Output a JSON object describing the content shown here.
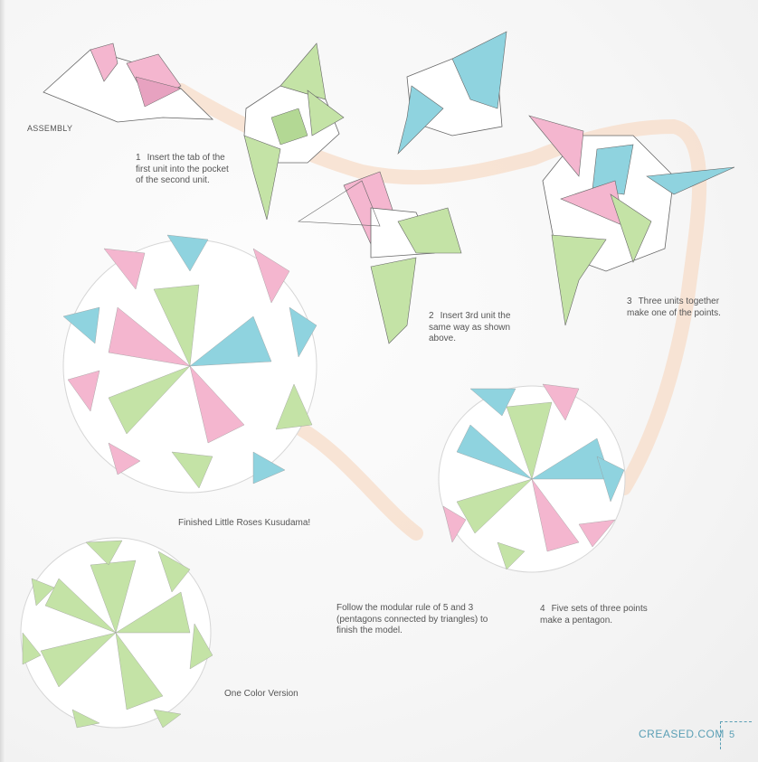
{
  "section_title": "ASSEMBLY",
  "steps": [
    {
      "number": "1",
      "text": "Insert the tab of the first unit into the pocket of the second unit."
    },
    {
      "number": "2",
      "text": "Insert 3rd unit the same way as shown above."
    },
    {
      "number": "3",
      "text": "Three units together make one of the points."
    },
    {
      "number": "4",
      "text": "Five sets of three points make a pentagon."
    }
  ],
  "captions": {
    "finished": "Finished Little Roses Kusudama!",
    "rule": "Follow the modular rule of 5 and 3 (pentagons connected by triangles) to finish the model.",
    "one_color": "One Color Version"
  },
  "footer": {
    "site": "CREASED.COM",
    "page_number": "5"
  },
  "colors": {
    "pink": "#f4b6cf",
    "blue": "#8fd3df",
    "green": "#c4e3a6",
    "ribbon": "#f7dcc8",
    "accent": "#5a9fb5"
  },
  "illustrations": [
    "single-unit-diagram",
    "two-unit-assembly-diagram",
    "three-unit-assembly-diagram",
    "point-of-three-units-diagram",
    "multicolor-kusudama-ball",
    "pentagon-five-points-diagram",
    "one-color-kusudama-ball"
  ]
}
